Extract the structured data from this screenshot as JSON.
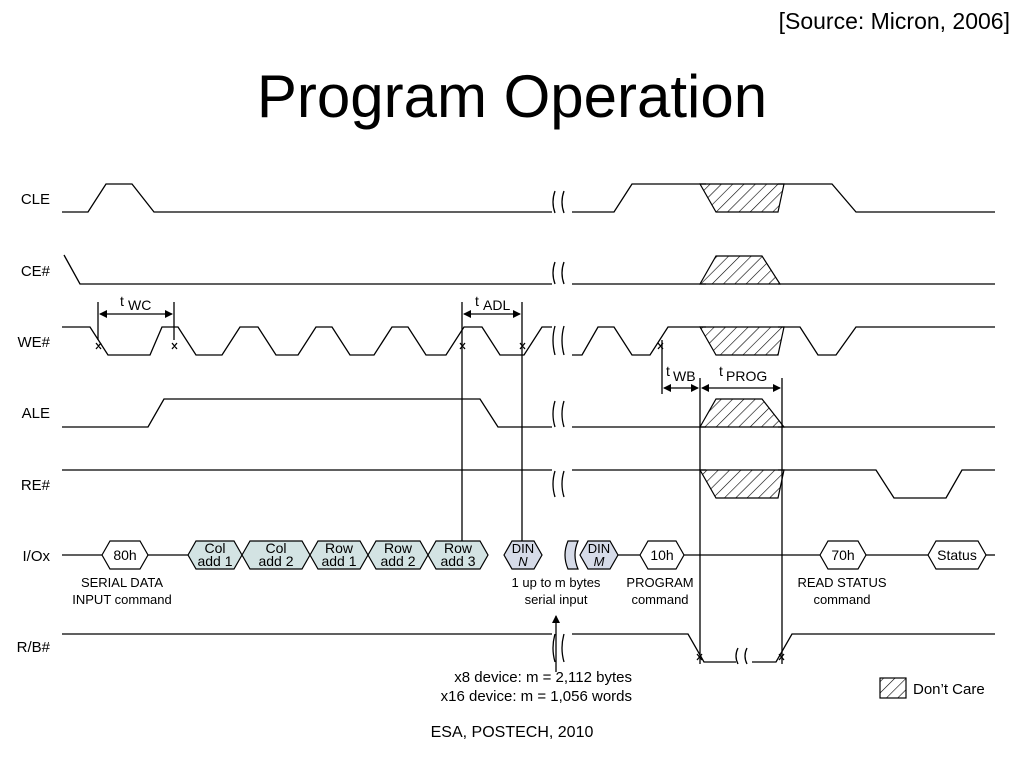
{
  "source": "[Source: Micron, 2006]",
  "title": "Program Operation",
  "footer": "ESA, POSTECH, 2010",
  "signals": [
    "CLE",
    "CE#",
    "WE#",
    "ALE",
    "RE#",
    "I/Ox",
    "R/B#"
  ],
  "timing": {
    "twc": "WC",
    "tadl": "ADL",
    "twb": "WB",
    "tprog": "PROG",
    "t": "t"
  },
  "io_cells": [
    {
      "l1": "80h",
      "l2": ""
    },
    {
      "l1": "Col",
      "l2": "add 1"
    },
    {
      "l1": "Col",
      "l2": "add 2"
    },
    {
      "l1": "Row",
      "l2": "add 1"
    },
    {
      "l1": "Row",
      "l2": "add 2"
    },
    {
      "l1": "Row",
      "l2": "add 3"
    },
    {
      "l1": "DIN",
      "l2": "N"
    },
    {
      "l1": "DIN",
      "l2": "M"
    },
    {
      "l1": "10h",
      "l2": ""
    },
    {
      "l1": "70h",
      "l2": ""
    },
    {
      "l1": "Status",
      "l2": ""
    }
  ],
  "captions": {
    "serial_data_1": "SERIAL DATA",
    "serial_data_2": "INPUT command",
    "serial_input_1": "1 up to m bytes",
    "serial_input_2": "serial input",
    "program_1": "PROGRAM",
    "program_2": "command",
    "read_status_1": "READ STATUS",
    "read_status_2": "command",
    "x8": "x8 device: m = 2,112 bytes",
    "x16": "x16 device: m = 1,056 words"
  },
  "legend": "Don’t Care",
  "colors": {
    "address_fill": "#d3e3e3",
    "data_fill": "#d6dbe8",
    "line": "#000000"
  }
}
